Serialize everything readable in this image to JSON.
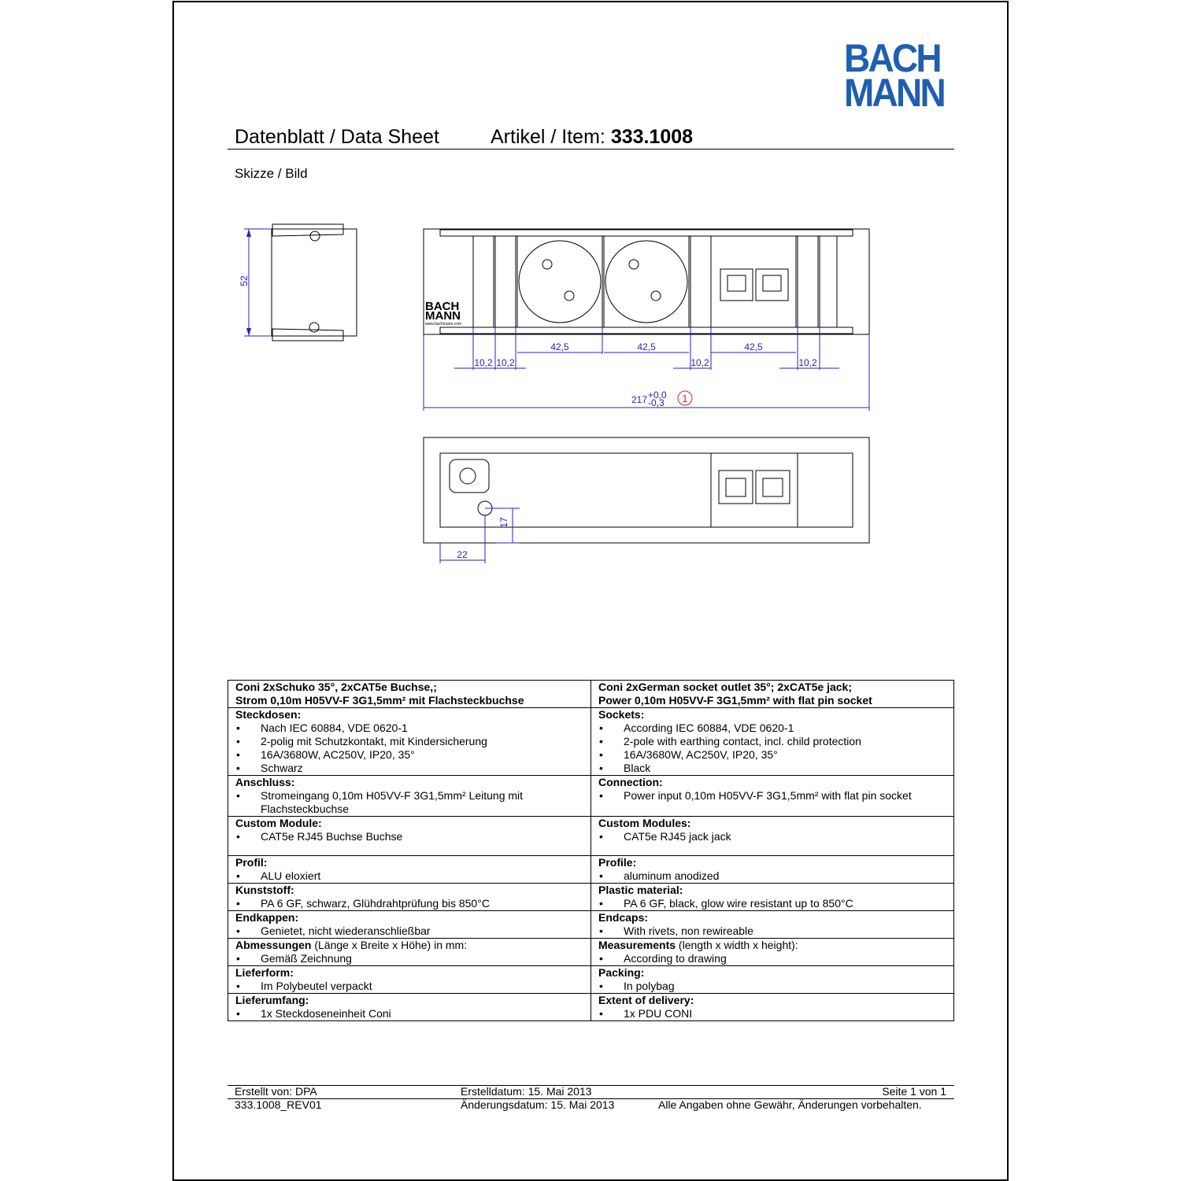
{
  "logo": {
    "line1": "BACH",
    "line2": "MANN"
  },
  "header": {
    "title": "Datenblatt / Data Sheet",
    "item_label": "Artikel / Item: ",
    "item_number": "333.1008"
  },
  "section_label": "Skizze / Bild",
  "drawing": {
    "height_dim": "52",
    "face_logo_1": "BACH",
    "face_logo_2": "MANN",
    "face_url": "www.bachmann.com",
    "module_widths": [
      "42,5",
      "42,5",
      "42,5"
    ],
    "spacer_widths": [
      "10,2",
      "10,2",
      "10,2",
      "10,2"
    ],
    "total_length": "217",
    "tol_plus": "+0,0",
    "tol_minus": "-0,3",
    "marker": "1",
    "bottom_dim_x": "22",
    "bottom_dim_y": "17"
  },
  "spec": {
    "rows": [
      {
        "de_title": "Coni 2xSchuko 35°, 2xCAT5e Buchse,;",
        "de_title2": "Strom 0,10m H05VV-F 3G1,5mm² mit Flachsteckbuchse",
        "en_title": "Coni 2xGerman socket outlet 35°; 2xCAT5e jack;",
        "en_title2": "Power 0,10m H05VV-F 3G1,5mm² with flat pin socket"
      },
      {
        "de_head": "Steckdosen:",
        "de_items": [
          "Nach IEC 60884, VDE 0620-1",
          "2-polig mit Schutzkontakt, mit Kindersicherung",
          "16A/3680W, AC250V, IP20, 35°",
          "Schwarz"
        ],
        "en_head": "Sockets:",
        "en_items": [
          "According IEC 60884, VDE 0620-1",
          "2-pole with earthing contact, incl. child protection",
          "16A/3680W, AC250V, IP20, 35°",
          "Black"
        ]
      },
      {
        "de_head": "Anschluss:",
        "de_items": [
          "Stromeingang 0,10m H05VV-F 3G1,5mm² Leitung mit Flachsteckbuchse"
        ],
        "en_head": "Connection:",
        "en_items": [
          "Power input 0,10m H05VV-F 3G1,5mm² with flat pin socket"
        ]
      },
      {
        "de_head": "Custom Module:",
        "de_items": [
          "CAT5e RJ45 Buchse Buchse"
        ],
        "en_head": "Custom Modules:",
        "en_items": [
          "CAT5e RJ45 jack jack"
        ]
      },
      {
        "de_head": "Profil:",
        "de_items": [
          "ALU eloxiert"
        ],
        "en_head": "Profile:",
        "en_items": [
          "aluminum anodized"
        ]
      },
      {
        "de_head": "Kunststoff:",
        "de_items": [
          "PA 6 GF, schwarz, Glühdrahtprüfung bis 850°C"
        ],
        "en_head": "Plastic material:",
        "en_items": [
          "PA 6 GF, black, glow wire resistant up to 850°C"
        ]
      },
      {
        "de_head": "Endkappen:",
        "de_items": [
          "Genietet, nicht wiederanschließbar"
        ],
        "en_head": "Endcaps:",
        "en_items": [
          "With rivets, non rewireable"
        ]
      },
      {
        "de_head": "Abmessungen",
        "de_head_extra": " (Länge x Breite x Höhe) in mm:",
        "de_items": [
          "Gemäß Zeichnung"
        ],
        "en_head": "Measurements",
        "en_head_extra": " (length x width x height):",
        "en_items": [
          "According to drawing"
        ]
      },
      {
        "de_head": "Lieferform:",
        "de_items": [
          "Im Polybeutel verpackt"
        ],
        "en_head": "Packing:",
        "en_items": [
          "In polybag"
        ]
      },
      {
        "de_head": "Lieferumfang:",
        "de_items": [
          "1x Steckdoseneinheit Coni"
        ],
        "en_head": "Extent of delivery:",
        "en_items": [
          "1x PDU CONI"
        ]
      }
    ]
  },
  "footer": {
    "created_by": "Erstellt von: DPA",
    "created_date": "Erstelldatum: 15. Mai 2013",
    "page": "Seite 1 von 1",
    "revision": "333.1008_REV01",
    "changed_date": "Änderungsdatum: 15. Mai 2013",
    "disclaimer": "Alle Angaben ohne Gewähr, Änderungen vorbehalten."
  }
}
